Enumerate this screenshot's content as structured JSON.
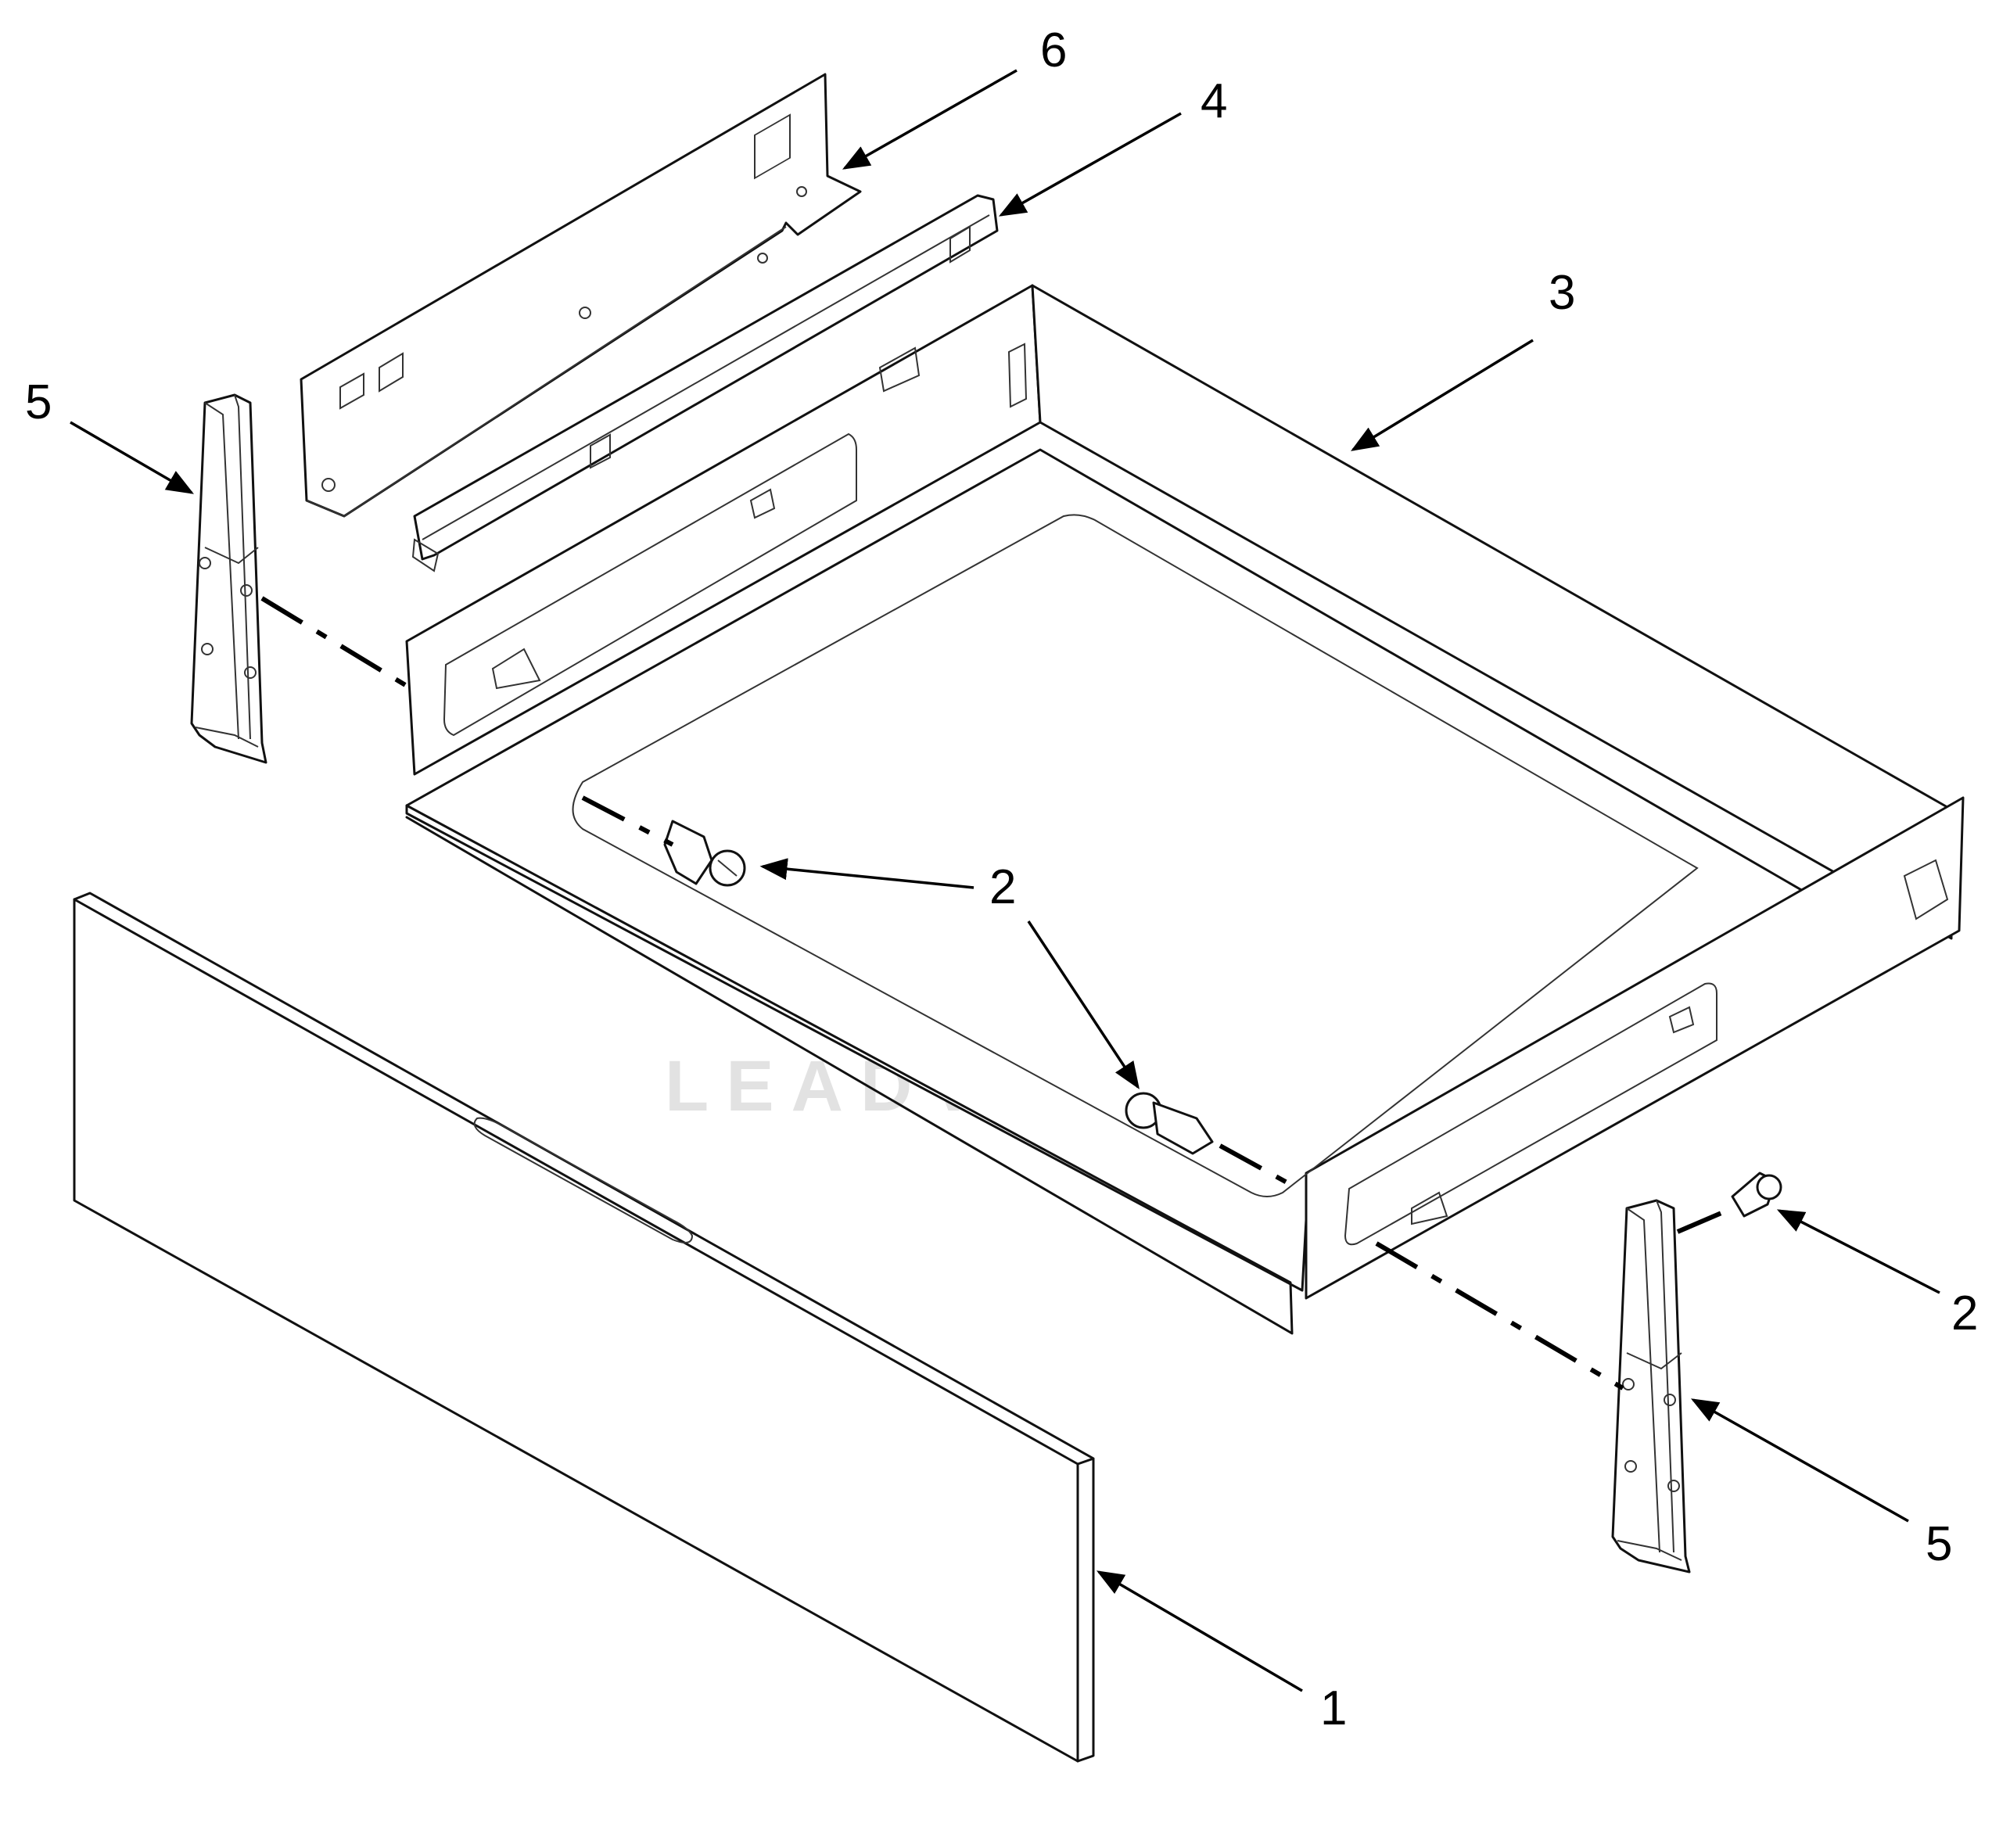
{
  "diagram": {
    "watermark": "LEADVENTURE",
    "callouts": [
      {
        "id": "callout-6",
        "label": "6"
      },
      {
        "id": "callout-4",
        "label": "4"
      },
      {
        "id": "callout-3",
        "label": "3"
      },
      {
        "id": "callout-5-left",
        "label": "5"
      },
      {
        "id": "callout-2-center",
        "label": "2"
      },
      {
        "id": "callout-2-right",
        "label": "2"
      },
      {
        "id": "callout-5-right",
        "label": "5"
      },
      {
        "id": "callout-1",
        "label": "1"
      }
    ]
  }
}
